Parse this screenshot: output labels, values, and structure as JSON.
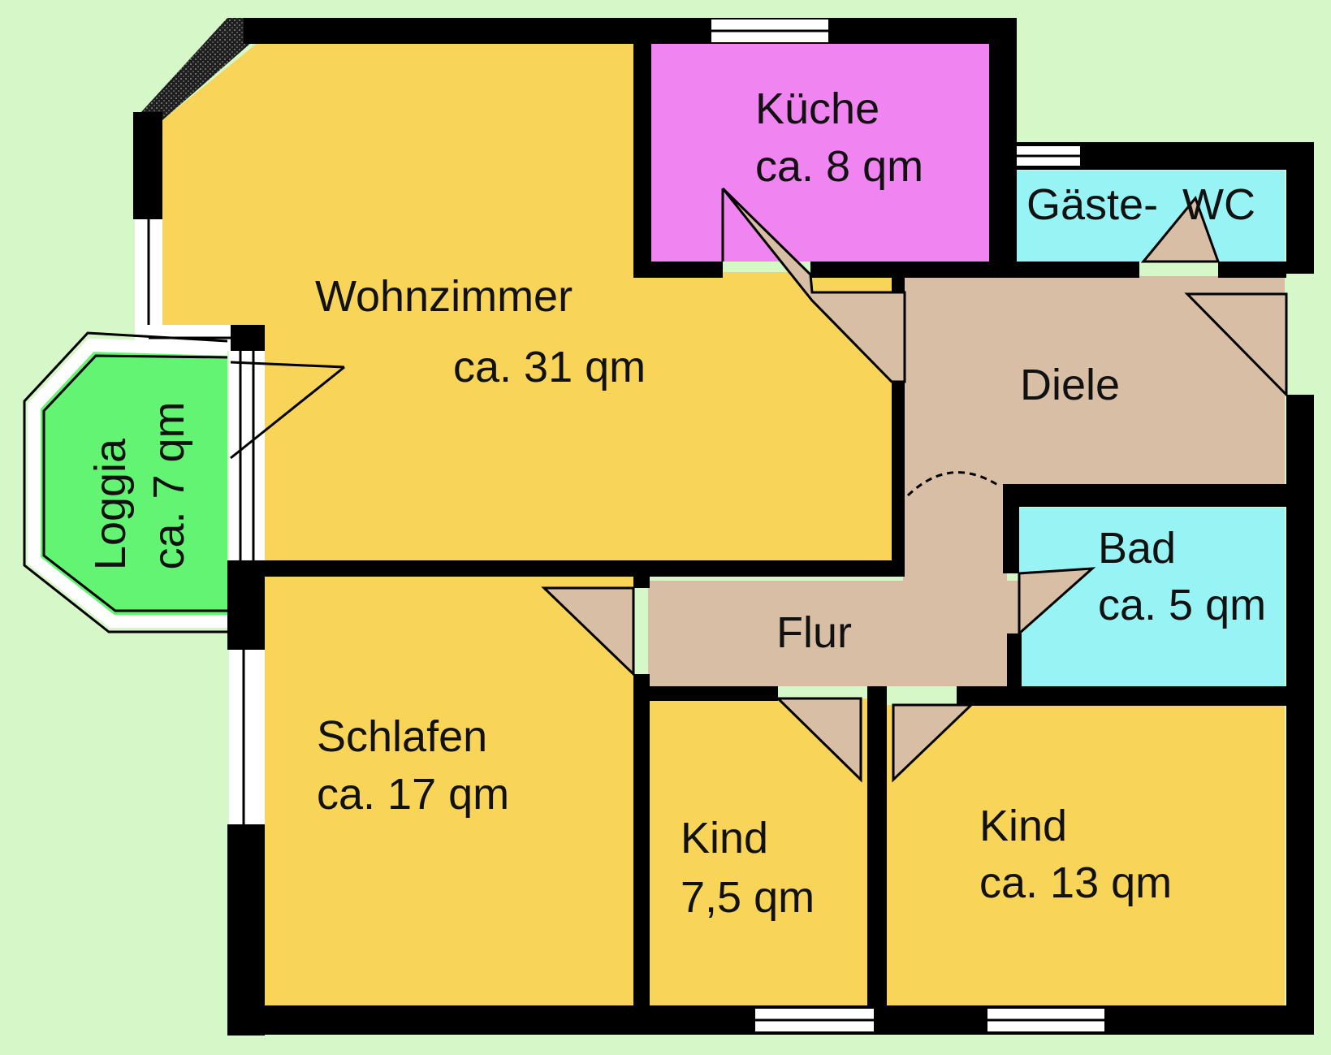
{
  "colors": {
    "background": "#d6f8c8",
    "living": "#f8d458",
    "kitchen": "#f084f0",
    "wet": "#98f4f4",
    "hall": "#d8bea4",
    "loggia": "#64f474",
    "wall": "#000000",
    "window": "#ffffff"
  },
  "rooms": {
    "kueche": {
      "name": "Küche",
      "area": "ca. 8 qm"
    },
    "gaeste_wc": {
      "name": "Gäste-  WC"
    },
    "wohnzimmer": {
      "name": "Wohnzimmer",
      "area": "ca. 31 qm"
    },
    "diele": {
      "name": "Diele"
    },
    "loggia": {
      "name": "Loggia",
      "area": "ca. 7 qm"
    },
    "bad": {
      "name": "Bad",
      "area": "ca. 5 qm"
    },
    "flur": {
      "name": "Flur"
    },
    "schlafen": {
      "name": "Schlafen",
      "area": "ca. 17 qm"
    },
    "kind_klein": {
      "name": "Kind",
      "area": "7,5 qm"
    },
    "kind_gross": {
      "name": "Kind",
      "area": "ca. 13 qm"
    }
  }
}
